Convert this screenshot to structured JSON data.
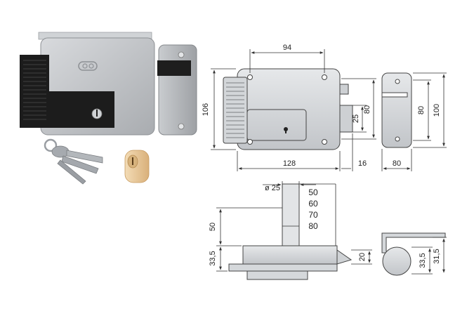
{
  "colors": {
    "lock_body": "#b9bcc0",
    "lock_body_light": "#d8dadd",
    "panel_black": "#1c1c1c",
    "drawing_metal": "#d7d9dc",
    "drawing_metal_dark": "#c4c7cb",
    "keys": "#9a9ea3",
    "brass": "#e9c89a",
    "line": "#333333"
  },
  "product_photo": {
    "brand_logo_icon": "cisa-logo-icon",
    "items": [
      "lock-body",
      "striker-plate",
      "keys",
      "cylinder"
    ]
  },
  "front_view": {
    "width_top": "94",
    "height_left": "106",
    "width_bottom": "128",
    "bolt_height": "25",
    "height_right": "80",
    "bolt_projection": "16"
  },
  "striker_view": {
    "height_inner": "80",
    "height_outer": "100",
    "width_bottom": "80"
  },
  "top_view": {
    "cylinder_diameter": "ø 25",
    "cylinder_lengths": [
      "50",
      "60",
      "70",
      "80"
    ],
    "height_left": "50",
    "base_left": "33,5",
    "bolt_right": "20"
  },
  "side_striker_view": {
    "inner": "33,5",
    "outer": "31,5"
  }
}
